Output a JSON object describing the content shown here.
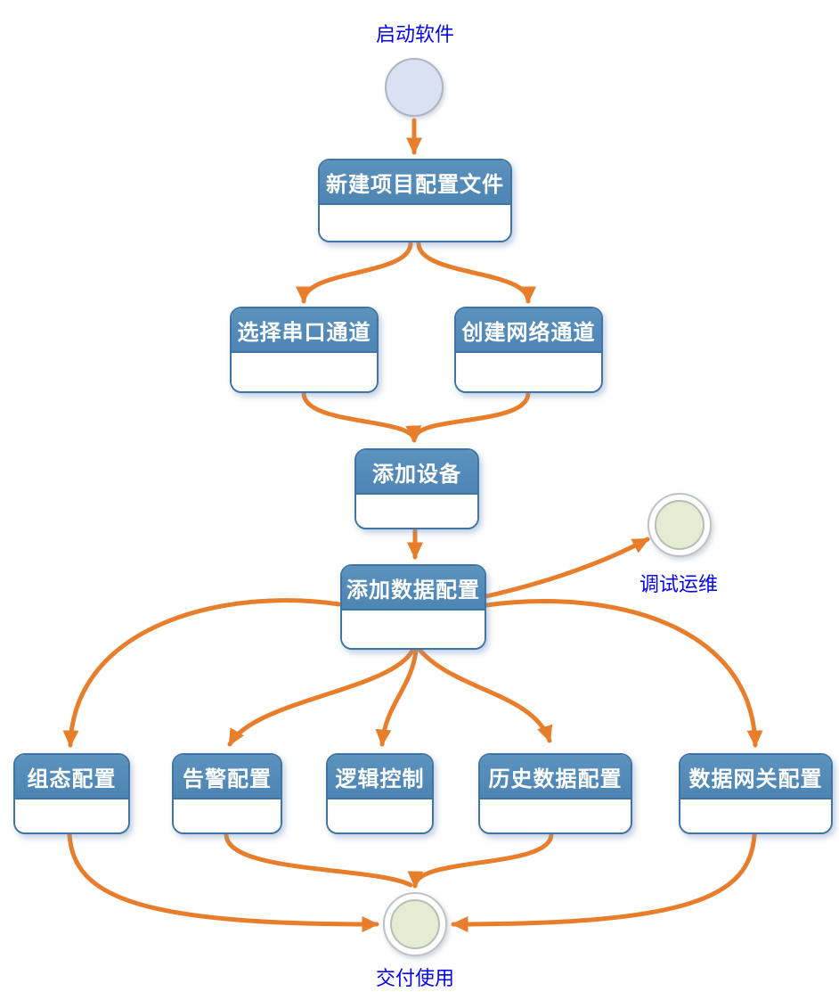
{
  "diagram": {
    "nodes": {
      "start": {
        "label": "启动软件",
        "type": "start"
      },
      "new_project": {
        "label": "新建项目配置文件",
        "type": "step"
      },
      "serial": {
        "label": "选择串口通道",
        "type": "step"
      },
      "network": {
        "label": "创建网络通道",
        "type": "step"
      },
      "add_device": {
        "label": "添加设备",
        "type": "step"
      },
      "add_data": {
        "label": "添加数据配置",
        "type": "step"
      },
      "debug": {
        "label": "调试运维",
        "type": "end"
      },
      "scada": {
        "label": "组态配置",
        "type": "step"
      },
      "alarm": {
        "label": "告警配置",
        "type": "step"
      },
      "logic": {
        "label": "逻辑控制",
        "type": "step"
      },
      "history": {
        "label": "历史数据配置",
        "type": "step"
      },
      "gateway": {
        "label": "数据网关配置",
        "type": "step"
      },
      "delivery": {
        "label": "交付使用",
        "type": "end"
      }
    },
    "edges": [
      {
        "from": "start",
        "to": "new_project"
      },
      {
        "from": "new_project",
        "to": "serial"
      },
      {
        "from": "new_project",
        "to": "network"
      },
      {
        "from": "serial",
        "to": "add_device"
      },
      {
        "from": "network",
        "to": "add_device"
      },
      {
        "from": "add_device",
        "to": "add_data"
      },
      {
        "from": "add_data",
        "to": "debug"
      },
      {
        "from": "add_data",
        "to": "scada"
      },
      {
        "from": "add_data",
        "to": "alarm"
      },
      {
        "from": "add_data",
        "to": "logic"
      },
      {
        "from": "add_data",
        "to": "history"
      },
      {
        "from": "add_data",
        "to": "gateway"
      },
      {
        "from": "scada",
        "to": "delivery"
      },
      {
        "from": "alarm",
        "to": "delivery"
      },
      {
        "from": "history",
        "to": "delivery"
      },
      {
        "from": "gateway",
        "to": "delivery"
      }
    ],
    "colors": {
      "arrow": "#E87E2B",
      "box_header": "#4D85B3",
      "box_border": "#3F74A5",
      "start_fill": "#DAE1F2",
      "end_fill": "#E4EDD4",
      "label_text": "#0505F0"
    }
  }
}
